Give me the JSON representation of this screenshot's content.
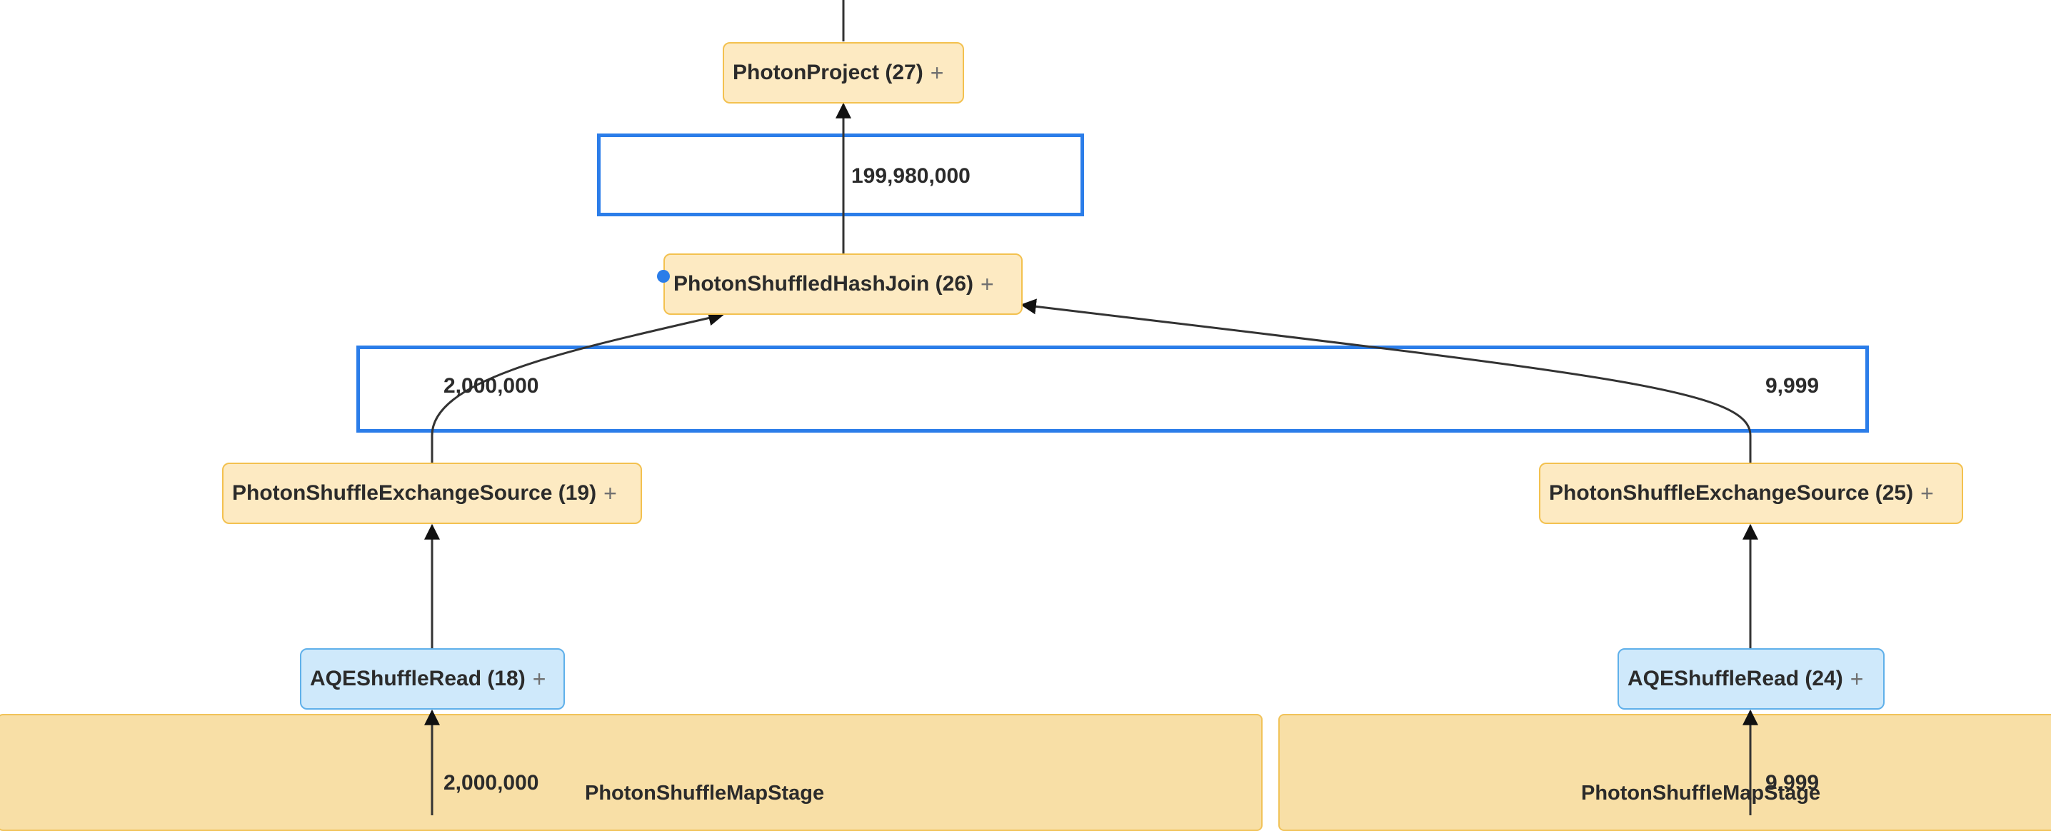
{
  "nodes": {
    "project": {
      "label": "PhotonProject (27)",
      "expand": "+"
    },
    "join": {
      "label": "PhotonShuffledHashJoin (26)",
      "expand": "+"
    },
    "exchange_left": {
      "label": "PhotonShuffleExchangeSource (19)",
      "expand": "+"
    },
    "exchange_right": {
      "label": "PhotonShuffleExchangeSource (25)",
      "expand": "+"
    },
    "aqe_left": {
      "label": "AQEShuffleRead (18)",
      "expand": "+"
    },
    "aqe_right": {
      "label": "AQEShuffleRead (24)",
      "expand": "+"
    }
  },
  "edge_counts": {
    "join_to_project": "199,980,000",
    "left_to_join": "2,000,000",
    "right_to_join": "9,999",
    "left_stage_in": "2,000,000",
    "right_stage_in": "9,999"
  },
  "stages": {
    "left": {
      "label": "PhotonShuffleMapStage"
    },
    "right": {
      "label": "PhotonShuffleMapStage"
    }
  },
  "colors": {
    "highlight": "#2b7de9",
    "photon_node": "#fdeac2",
    "aqe_node": "#cfe9fb",
    "stage": "#f8dfa6",
    "edge": "#333333"
  }
}
